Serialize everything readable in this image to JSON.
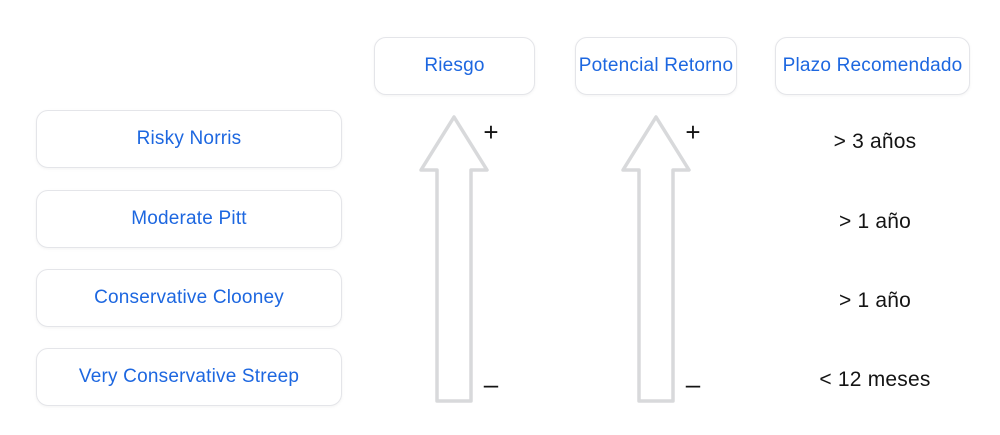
{
  "figure": {
    "background": "#ffffff",
    "accent_blue": "#1d67e0",
    "box_border_gray": "#e4e5e9",
    "arrow_outline_gray": "#d8d9db",
    "text_dark": "#141414"
  },
  "funds": [
    {
      "label": "Risky Norris",
      "plazo": "> 3 años"
    },
    {
      "label": "Moderate Pitt",
      "plazo": "> 1 año"
    },
    {
      "label": "Conservative Clooney",
      "plazo": "> 1 año"
    },
    {
      "label": "Very Conservative Streep",
      "plazo": "< 12 meses"
    }
  ],
  "columns": {
    "riesgo": "Riesgo",
    "potencial_retorno": "Potencial Retorno",
    "plazo_recomendado": "Plazo Recomendado"
  },
  "scale": {
    "plus": "+",
    "minus": "–"
  }
}
